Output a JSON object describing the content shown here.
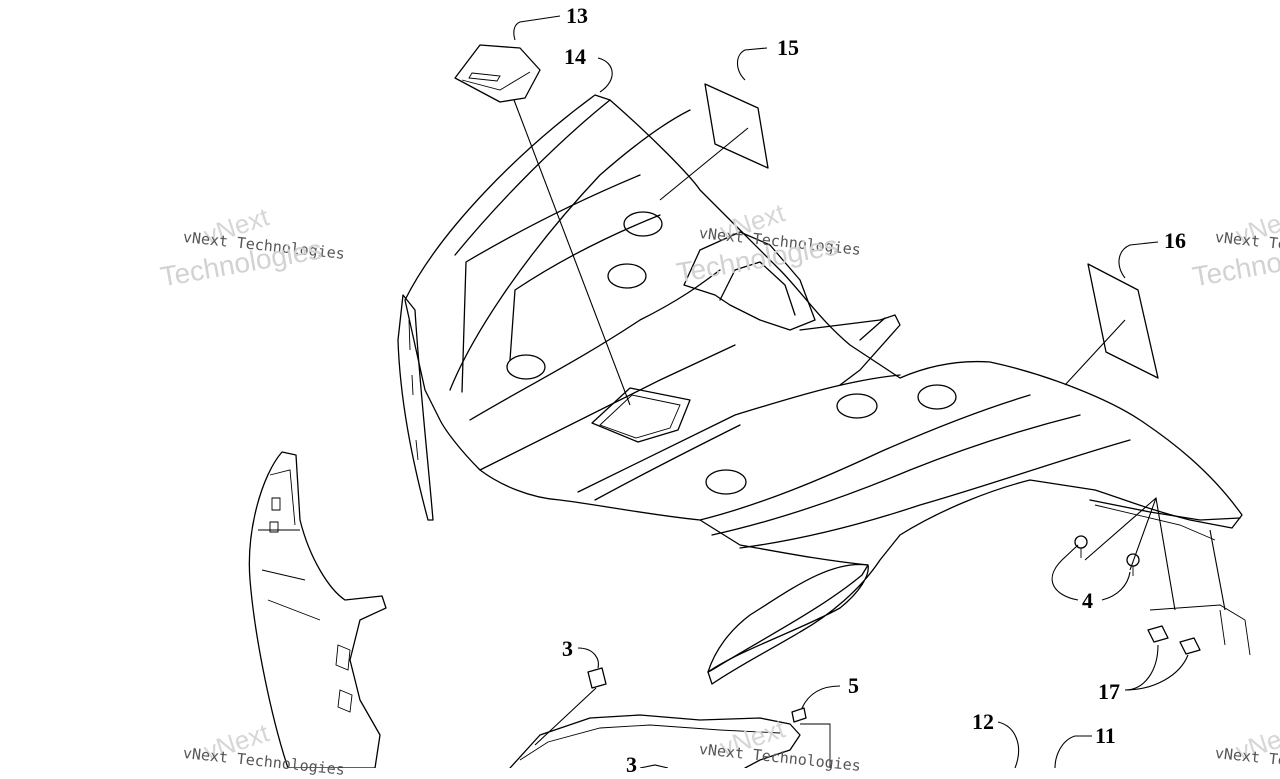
{
  "callouts": [
    {
      "label": "13"
    },
    {
      "label": "14"
    },
    {
      "label": "15"
    },
    {
      "label": "16"
    },
    {
      "label": "4"
    },
    {
      "label": "17"
    },
    {
      "label": "3"
    },
    {
      "label": "5"
    },
    {
      "label": "12"
    },
    {
      "label": "11"
    },
    {
      "label": "3"
    }
  ],
  "watermark": {
    "line1": "vNext",
    "line2": "vNext Technologies",
    "line3": "Technologies"
  },
  "colors": {
    "ink": "#000000",
    "watermark": "#d2d2d2",
    "background": "#ffffff"
  }
}
